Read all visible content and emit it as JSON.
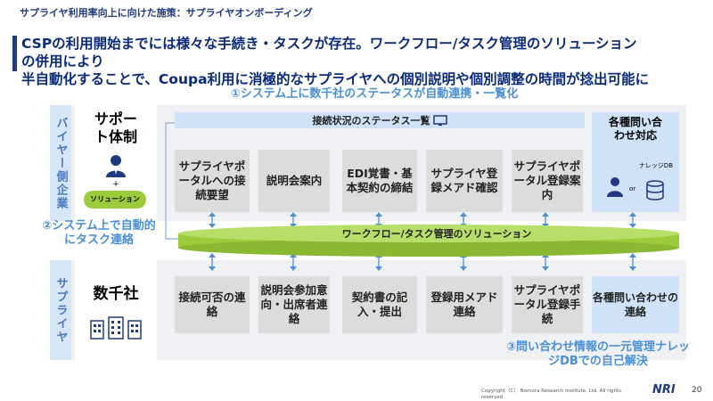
{
  "supertitle": "サプライヤ利用率向上に向けた施策：サプライヤオンボーディング",
  "headline": {
    "line1": "CSPの利用開始までには様々な手続き・タスクが存在。ワークフロー/タスク管理のソリューション",
    "line2": "の併用により",
    "line3": "半自動化することで、Coupa利用に消極的なサプライヤへの個別説明や個別調整の時間が捻出可能に"
  },
  "buyer": {
    "label": "バイヤー側企業",
    "title": "サポート体制",
    "plus": "+",
    "solution": "ソリューション"
  },
  "supplier": {
    "label": "サプライヤ",
    "title": "数千社"
  },
  "status_bar": "接続状況のステータス一覧",
  "workflow_label": "ワークフロー/タスク管理のソリューション",
  "buyer_tasks": [
    "サプライヤポータルへの接続要望",
    "説明会案内",
    "EDI覚書・基本契約の締結",
    "サプライヤ登録メアド確認",
    "サプライヤポータル登録案内"
  ],
  "buyer_inquiry": {
    "title": "各種問い合わせ対応",
    "db": "ナレッジDB",
    "or": "or"
  },
  "supplier_tasks": [
    "接続可否の連絡",
    "説明会参加意向・出席者連絡",
    "契約書の記入・提出",
    "登録用メアド連絡",
    "サプライヤポータル登録手続"
  ],
  "supplier_inquiry": "各種問い合わせの連絡",
  "annotations": {
    "a1": "①システム上に数千社のステータスが自動連携・一覧化",
    "a2": "②システム上で自動的にタスク連絡",
    "a3": "③問い合わせ情報の一元管理ナレッジDBでの自己解決"
  },
  "footer": "Copyright（C） Nomura Research Institute, Ltd. All rights reserved.",
  "logo": "NRI",
  "page_number": "20",
  "colors": {
    "navy": "#1f3a80",
    "accent_blue": "#4a8fd6",
    "green": "#9ccc3c",
    "light_blue": "#cfe2f7"
  }
}
